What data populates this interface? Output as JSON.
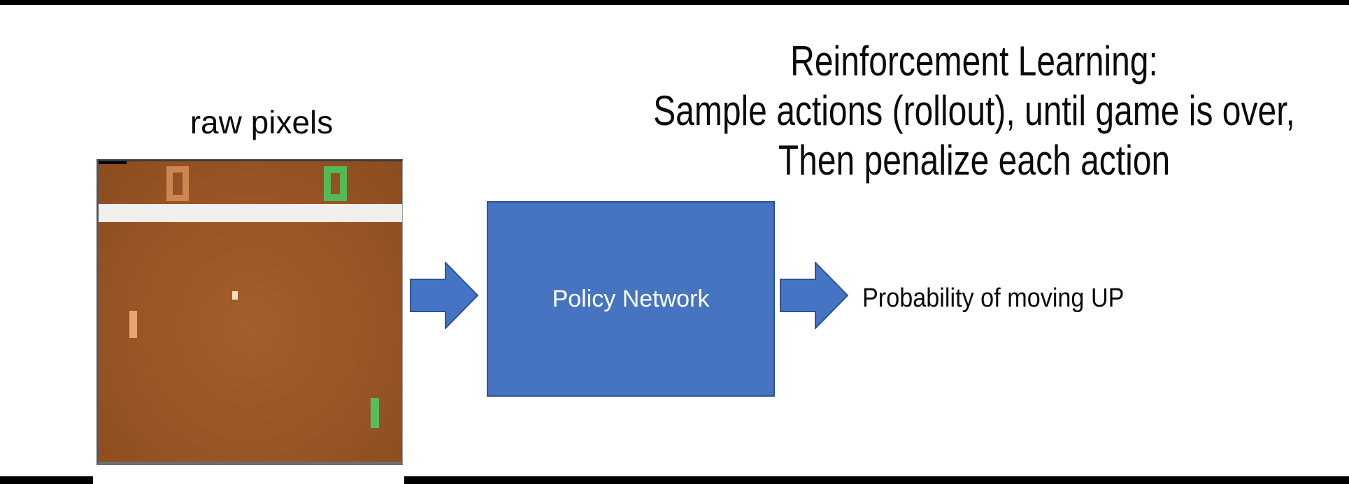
{
  "headline": {
    "line1": "Reinforcement Learning:",
    "line2": "Sample actions (rollout), until game is over,",
    "line3": "Then penalize each action"
  },
  "pong": {
    "label": "raw pixels",
    "left_score": "0",
    "right_score": "0",
    "colors": {
      "field_brown": "#9a5526",
      "field_brown_dark": "#8a4c1f",
      "stripe_white": "#f1efec",
      "score_orange": "#cd8551",
      "score_green": "#54b957",
      "paddle_tan": "#e7a671",
      "paddle_green": "#58bd5c",
      "ball_cream": "#f4debd",
      "frame_gray": "#565656",
      "corner_tick_black": "#000000"
    }
  },
  "policy": {
    "label": "Policy Network",
    "fill": "#4674c1",
    "border": "#2e5395"
  },
  "arrows": {
    "fill": "#4674c4",
    "stroke": "#2e5395"
  },
  "output": {
    "label": "Probability of moving UP"
  },
  "frame_bars": {
    "color": "#000000"
  }
}
